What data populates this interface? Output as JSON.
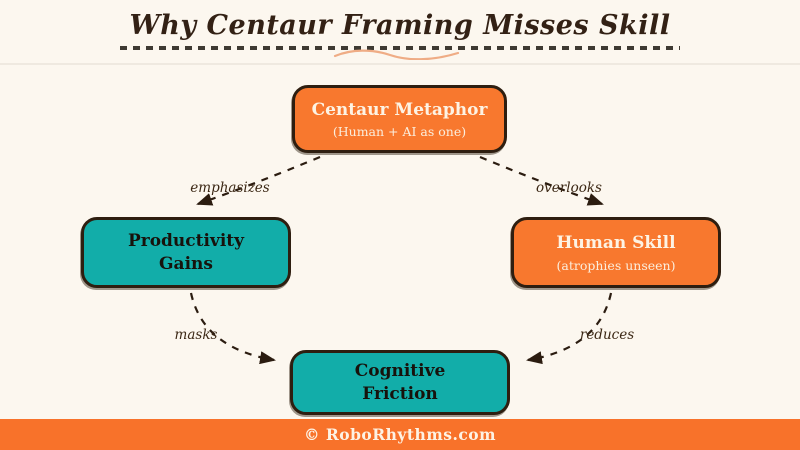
{
  "header": {
    "title": "Why Centaur Framing Misses Skill"
  },
  "diagram": {
    "nodes": [
      {
        "id": "centaur-metaphor",
        "title": "Centaur Metaphor",
        "subtitle": "(Human + AI as one)",
        "color": "#f8782e"
      },
      {
        "id": "productivity-gains",
        "title": "Productivity Gains",
        "color": "#12ada9"
      },
      {
        "id": "human-skill",
        "title": "Human Skill",
        "subtitle": "(atrophies unseen)",
        "color": "#f8782e"
      },
      {
        "id": "cognitive-friction",
        "title": "Cognitive Friction",
        "color": "#12ada9"
      }
    ],
    "edges": [
      {
        "from": "centaur-metaphor",
        "to": "productivity-gains",
        "label": "emphasizes"
      },
      {
        "from": "centaur-metaphor",
        "to": "human-skill",
        "label": "overlooks"
      },
      {
        "from": "productivity-gains",
        "to": "cognitive-friction",
        "label": "masks"
      },
      {
        "from": "human-skill",
        "to": "cognitive-friction",
        "label": "reduces"
      }
    ]
  },
  "footer": {
    "text": "© RoboRhythms.com"
  },
  "colors": {
    "background": "#fcf7ef",
    "orange": "#f8782e",
    "teal": "#12ada9",
    "ink": "#2e1e10",
    "footer_bg": "#f8722a",
    "swash": "#efac85"
  }
}
